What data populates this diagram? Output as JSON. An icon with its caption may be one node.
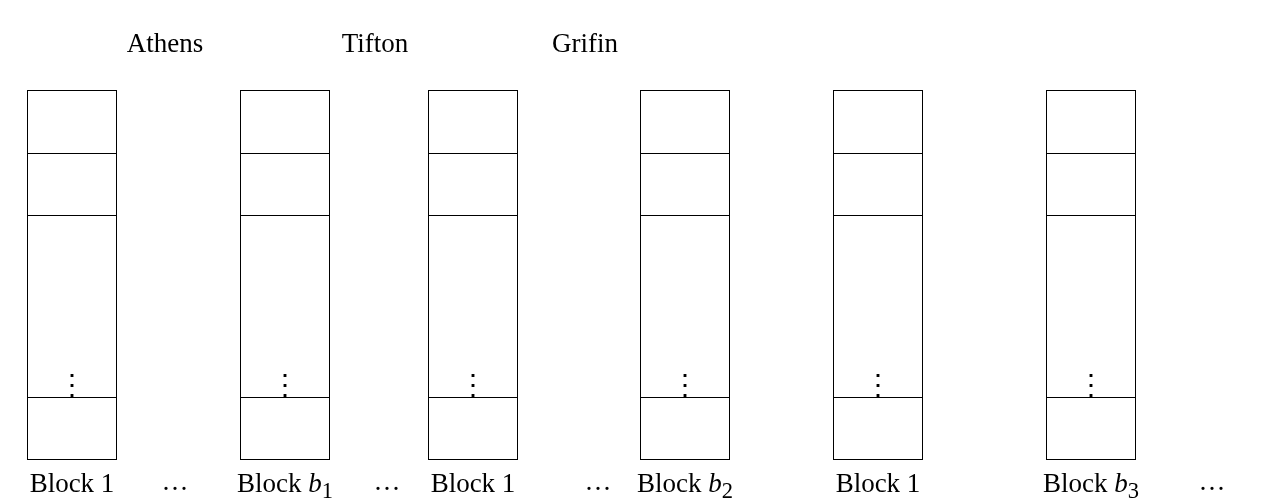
{
  "diagram": {
    "nodes": [
      {
        "text": [
          "⋮"
        ],
        "beside": [
          "Block 1"
        ]
      },
      {
        "text": [
          "⋮"
        ],
        "beside": [
          "Block *b*$_{1}$"
        ]
      },
      {
        "text": [
          "⋮"
        ],
        "beside": [
          "Block 1"
        ]
      },
      {
        "text": [
          "⋮"
        ],
        "beside": [
          "Block *b*$_{2}$"
        ]
      },
      {
        "text": [
          "⋮"
        ],
        "beside": [
          "Block 1"
        ]
      },
      {
        "text": [
          "⋮"
        ],
        "beside": [
          "Block *b*$_{3}$"
        ]
      }
    ],
    "edges": [],
    "labels": [
      "Athens",
      "Tifton",
      "Grifin",
      "···",
      "···",
      "···",
      "···"
    ]
  }
}
